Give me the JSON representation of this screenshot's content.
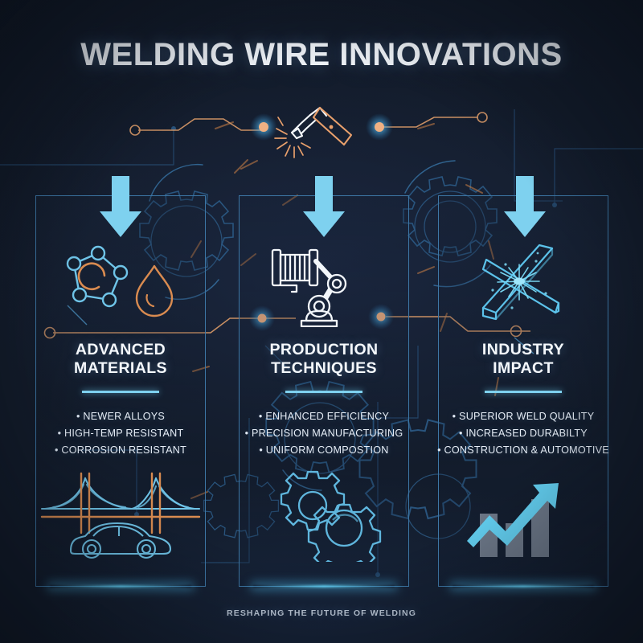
{
  "title": "WELDING WIRE INNOVATIONS",
  "footer": "RESHAPING THE FUTURE OF WELDING",
  "theme": {
    "background": "#131c2b",
    "accent_cyan": "#7ed1ef",
    "accent_orange": "#d98b50",
    "panel_border": "#3d77a6",
    "text": "#f2f6fb"
  },
  "header_decor": {
    "center_icon": "welding-torch-icon",
    "left_trace_endpoint": "circle-node",
    "right_trace_endpoint": "circle-node",
    "glow_dots": 2
  },
  "columns": [
    {
      "heading_line1": "ADVANCED",
      "heading_line2": "MATERIALS",
      "arrow": "down-arrow",
      "top_icon": "molecule-icon",
      "top_icon_secondary": "droplet-icon",
      "bottom_icon": "bridge-and-car-icon",
      "bullets": [
        "NEWER ALLOYS",
        "HIGH-TEMP RESISTANT",
        "CORROSION RESISTANT"
      ]
    },
    {
      "heading_line1": "PRODUCTION",
      "heading_line2": "TECHNIQUES",
      "arrow": "down-arrow",
      "top_icon": "robotic-welding-arm-icon",
      "top_icon_secondary": "",
      "bottom_icon": "gears-icon",
      "bullets": [
        "ENHANCED EFFICIENCY",
        "PRECISION MANUFACTURING",
        "UNIFORM COMPOSTION"
      ]
    },
    {
      "heading_line1": "INDUSTRY",
      "heading_line2": "IMPACT",
      "arrow": "down-arrow",
      "top_icon": "welded-beams-icon",
      "top_icon_secondary": "",
      "bottom_icon": "growth-chart-icon",
      "bullets": [
        "SUPERIOR WELD QUALITY",
        "INCREASED DURABILTY",
        "CONSTRUCTION & AUTOMOTIVE"
      ]
    }
  ]
}
